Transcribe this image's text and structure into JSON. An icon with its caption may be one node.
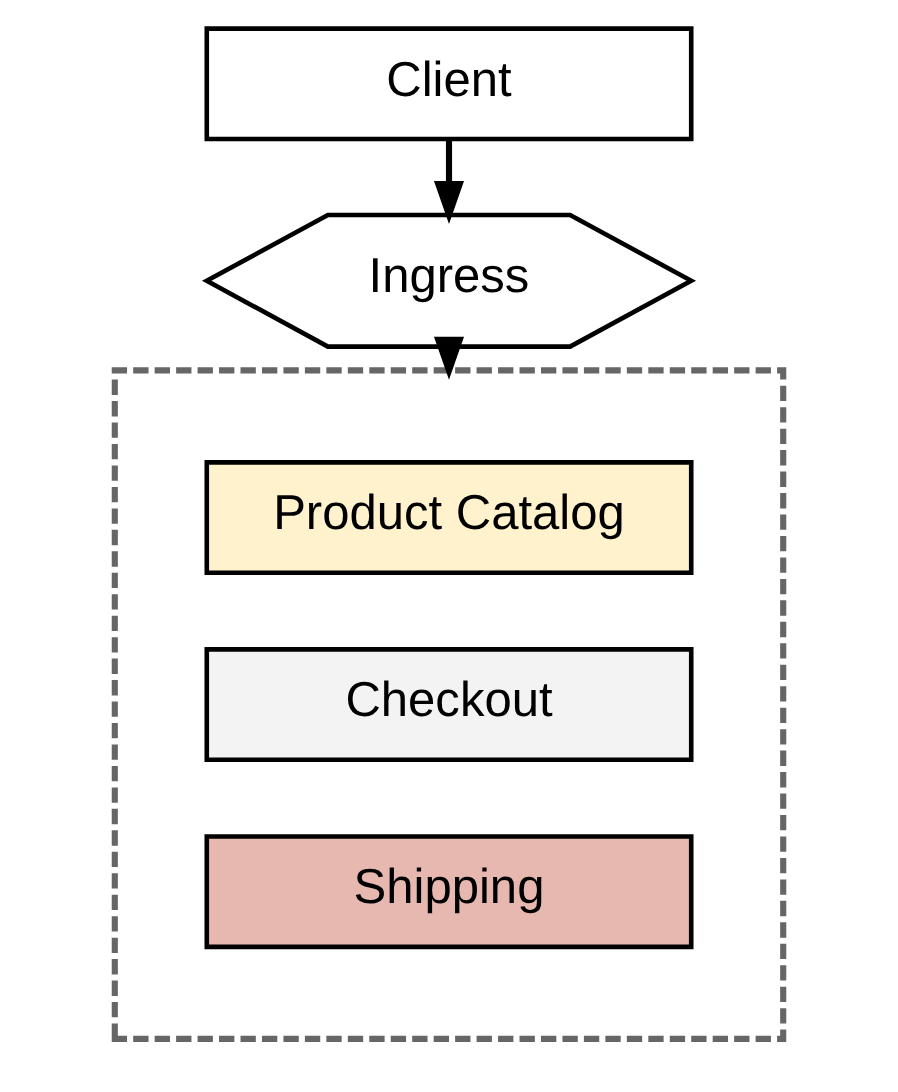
{
  "diagram": {
    "nodes": [
      {
        "text": [
          "Client"
        ]
      },
      {
        "text": [
          "Ingress"
        ]
      },
      {
        "text": [],
        "shape": "box"
      },
      {
        "text": [
          "Product Catalog"
        ],
        "in": 2
      },
      {
        "text": [
          "Checkout"
        ],
        "in": 2
      },
      {
        "text": [
          "Shipping"
        ],
        "in": 2
      }
    ],
    "edges": [
      {
        "from": 0,
        "to": 1,
        "arrow": "to"
      },
      {
        "from": 1,
        "to": 2,
        "arrow": "to"
      }
    ]
  }
}
